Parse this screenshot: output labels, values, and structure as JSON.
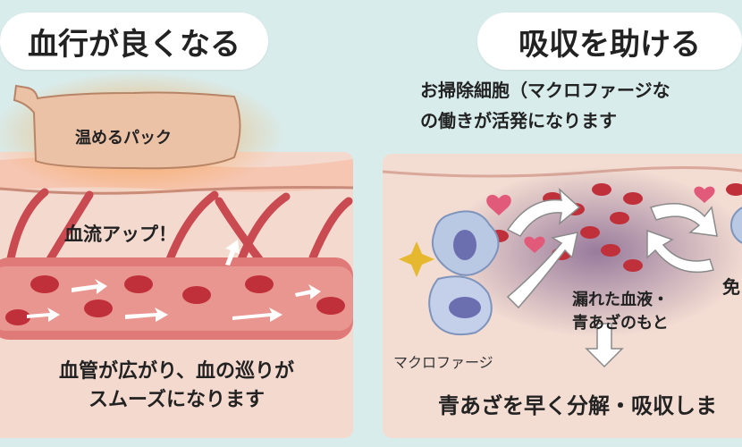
{
  "left": {
    "title": "血行が良くなる",
    "pack_label": "温めるパック",
    "flow_label": "血流アップ！",
    "caption_line1": "血管が広がり、血の巡りが",
    "caption_line2": "スムーズになります"
  },
  "right": {
    "title": "吸収を助ける",
    "intro_line1": "お掃除細胞（マクロファージな",
    "intro_line2": "の働きが活発になります",
    "blood_label_line1": "漏れた血液・",
    "blood_label_line2": "青あざのもと",
    "macrophage_label": "マクロファージ",
    "edge_label": "免",
    "caption": "青あざを早く分解・吸収しま"
  },
  "colors": {
    "background": "#d9ecec",
    "skin": "#f4d9cf",
    "vessel": "#d9545a",
    "blood_cell": "#c0303a",
    "bruise": "#7a5a8a",
    "macrophage": "#9fb6d6",
    "heart": "#e25a7a",
    "sparkle": "#e6b830",
    "warm_glow": "#f59c3c"
  }
}
